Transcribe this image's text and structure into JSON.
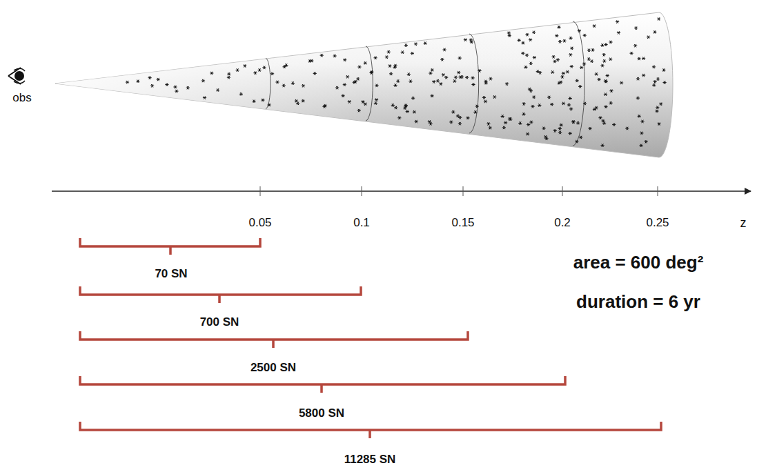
{
  "diagram": {
    "labels": [
      "obs",
      "0.05",
      "0.1",
      "0.15",
      "0.2",
      "0.25",
      "z",
      "70 SN",
      "700 SN",
      "2500 SN",
      "5800 SN",
      "11285 SN",
      "area = 600 deg²",
      "duration = 6 yr"
    ]
  }
}
